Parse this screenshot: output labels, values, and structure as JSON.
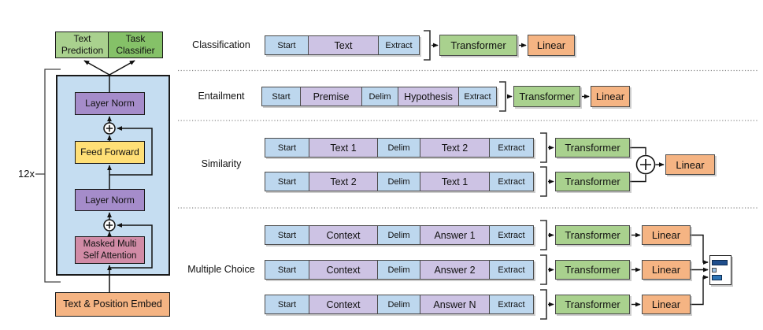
{
  "left_diagram": {
    "repeat_label": "12x",
    "text_prediction": "Text Prediction",
    "task_classifier": "Task Classifier",
    "layer_norm_top": "Layer Norm",
    "feed_forward": "Feed Forward",
    "layer_norm_bottom": "Layer Norm",
    "attention": "Masked Multi Self Attention",
    "embed": "Text & Position Embed",
    "residual_add_symbol": "+"
  },
  "tasks": {
    "classification": {
      "label": "Classification",
      "tokens": [
        "Start",
        "Text",
        "Extract"
      ],
      "transformer": "Transformer",
      "linear": "Linear"
    },
    "entailment": {
      "label": "Entailment",
      "tokens": [
        "Start",
        "Premise",
        "Delim",
        "Hypothesis",
        "Extract"
      ],
      "transformer": "Transformer",
      "linear": "Linear"
    },
    "similarity": {
      "label": "Similarity",
      "strip1": [
        "Start",
        "Text 1",
        "Delim",
        "Text 2",
        "Extract"
      ],
      "strip2": [
        "Start",
        "Text 2",
        "Delim",
        "Text 1",
        "Extract"
      ],
      "transformer1": "Transformer",
      "transformer2": "Transformer",
      "sum_symbol": "+",
      "linear": "Linear"
    },
    "multiple_choice": {
      "label": "Multiple Choice",
      "strip1": [
        "Start",
        "Context",
        "Delim",
        "Answer 1",
        "Extract"
      ],
      "strip2": [
        "Start",
        "Context",
        "Delim",
        "Answer 2",
        "Extract"
      ],
      "strip3": [
        "Start",
        "Context",
        "Delim",
        "Answer N",
        "Extract"
      ],
      "transformer": "Transformer",
      "linear": "Linear",
      "answer_score_bars_relative": [
        0.8,
        0.2,
        0.5
      ]
    }
  },
  "colors": {
    "token_blue": "#bdd7ee",
    "token_purple": "#cdc3e4",
    "transformer_green": "#a9d18e",
    "task_classifier_green": "#85c168",
    "linear_orange": "#f5b483",
    "container_blue": "#c5ddf1",
    "layer_norm_purple": "#a58cca",
    "feed_forward_yellow": "#ffdf76",
    "attention_pink": "#d18ba6",
    "score_bar_dark_blue": "#1f4e8c",
    "score_bar_light_blue": "#9dc3e6",
    "score_bar_mid_blue": "#2e75b6"
  }
}
